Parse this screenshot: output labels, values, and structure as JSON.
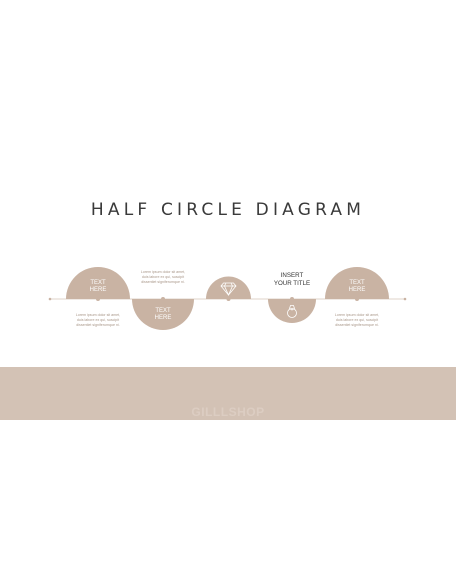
{
  "title": "HALF CIRCLE DIAGRAM",
  "colors": {
    "semicircle": "#c9b3a3",
    "line": "#d5c5b8",
    "band": "#d3c2b5",
    "watermark": "#dccdc2"
  },
  "steps": [
    {
      "label_line1": "TEXT",
      "label_line2": "HERE",
      "text_lines": [
        "Lorem ipsum dolor sit amet,",
        "duis labore ex qui, suscipit",
        "dissentiet signiferumque ni."
      ]
    },
    {
      "label_line1": "TEXT",
      "label_line2": "HERE",
      "text_lines": [
        "Lorem ipsum dolor sit amet,",
        "duis labore ex qui, suscipit",
        "dissentiet signiferumque ni."
      ]
    },
    {
      "icon": "diamond-icon"
    },
    {
      "icon": "ring-icon",
      "title_line1": "INSERT",
      "title_line2": "YOUR TITLE"
    },
    {
      "label_line1": "TEXT",
      "label_line2": "HERE",
      "text_lines": [
        "Lorem ipsum dolor sit amet,",
        "duis labore ex qui, suscipit",
        "dissentiet signiferumque ni."
      ]
    }
  ],
  "watermark": "GILLLSHOP"
}
